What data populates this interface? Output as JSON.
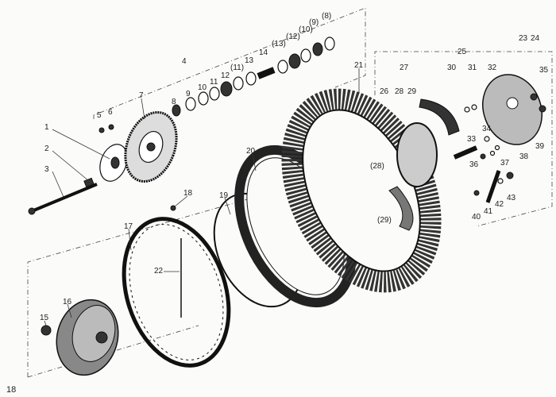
{
  "page_number": "18",
  "labels": {
    "l1": "1",
    "l2": "2",
    "l3": "3",
    "l4": "4",
    "l5": "5",
    "l6": "6",
    "l7": "7",
    "l8": "8",
    "l9": "9",
    "l10": "10",
    "l11": "11",
    "l12": "12",
    "l11b": "(11)",
    "l13": "13",
    "l14": "14",
    "l13b": "(13)",
    "l12b": "(12)",
    "l10b": "(10)",
    "l9b": "(9)",
    "l8b": "(8)",
    "l15": "15",
    "l16": "16",
    "l17": "17",
    "l18": "18",
    "l19": "19",
    "l20": "20",
    "l21": "21",
    "l22": "22",
    "l23": "23",
    "l24": "24",
    "l25": "25",
    "l26": "26",
    "l27": "27",
    "l28": "28",
    "l29": "29",
    "l28b": "(28)",
    "l29b": "(29)",
    "l30": "30",
    "l31": "31",
    "l32": "32",
    "l33": "33",
    "l34": "34",
    "l35": "35",
    "l36": "36",
    "l37": "37",
    "l38": "38",
    "l39": "39",
    "l40": "40",
    "l41": "41",
    "l42": "42",
    "l43": "43"
  },
  "colors": {
    "ink": "#222222",
    "paper": "#fbfbf9"
  }
}
